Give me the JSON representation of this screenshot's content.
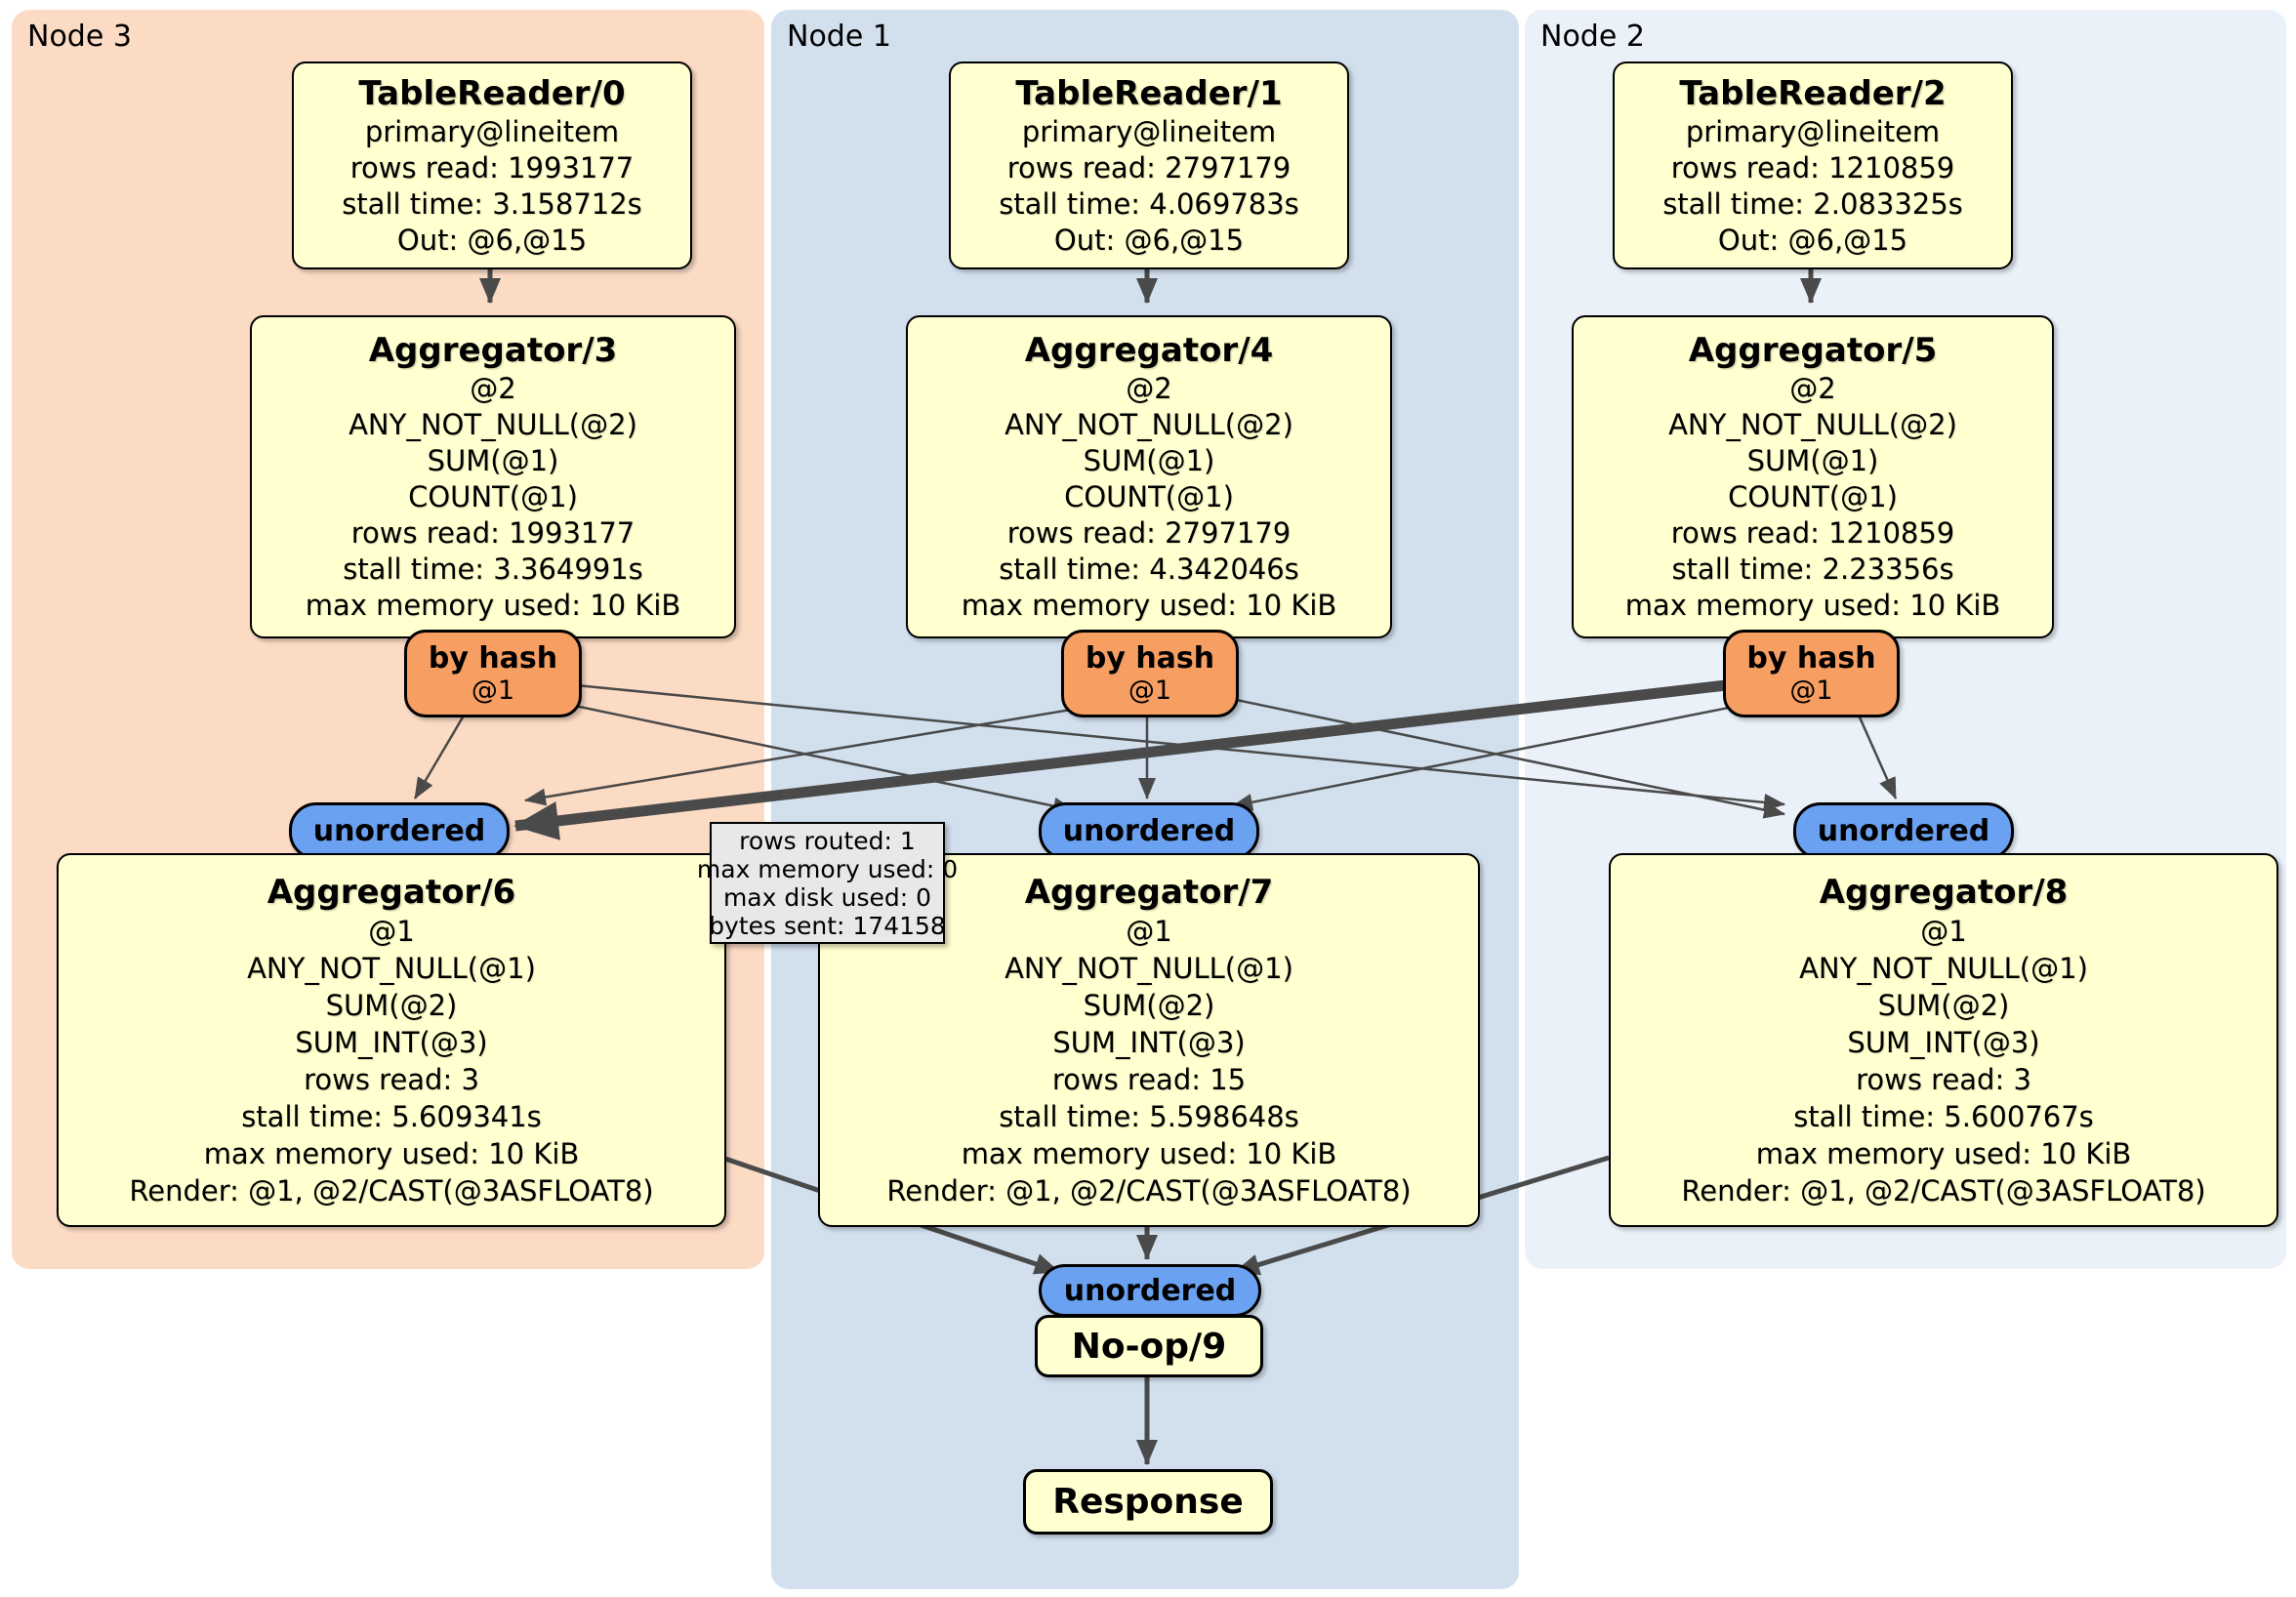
{
  "nodes": [
    {
      "label": "Node 3"
    },
    {
      "label": "Node 1"
    },
    {
      "label": "Node 2"
    }
  ],
  "readers": [
    {
      "title": "TableReader/0",
      "lines": [
        "primary@lineitem",
        "rows read: 1993177",
        "stall time: 3.158712s",
        "Out: @6,@15"
      ]
    },
    {
      "title": "TableReader/1",
      "lines": [
        "primary@lineitem",
        "rows read: 2797179",
        "stall time: 4.069783s",
        "Out: @6,@15"
      ]
    },
    {
      "title": "TableReader/2",
      "lines": [
        "primary@lineitem",
        "rows read: 1210859",
        "stall time: 2.083325s",
        "Out: @6,@15"
      ]
    }
  ],
  "hash_aggregators": [
    {
      "title": "Aggregator/3",
      "lines": [
        "@2",
        "ANY_NOT_NULL(@2)",
        "SUM(@1)",
        "COUNT(@1)",
        "rows read: 1993177",
        "stall time: 3.364991s",
        "max memory used: 10 KiB"
      ]
    },
    {
      "title": "Aggregator/4",
      "lines": [
        "@2",
        "ANY_NOT_NULL(@2)",
        "SUM(@1)",
        "COUNT(@1)",
        "rows read: 2797179",
        "stall time: 4.342046s",
        "max memory used: 10 KiB"
      ]
    },
    {
      "title": "Aggregator/5",
      "lines": [
        "@2",
        "ANY_NOT_NULL(@2)",
        "SUM(@1)",
        "COUNT(@1)",
        "rows read: 1210859",
        "stall time: 2.23356s",
        "max memory used: 10 KiB"
      ]
    }
  ],
  "routers": [
    {
      "label": "by hash",
      "detail": "@1"
    },
    {
      "label": "by hash",
      "detail": "@1"
    },
    {
      "label": "by hash",
      "detail": "@1"
    }
  ],
  "labels": {
    "unordered": "unordered"
  },
  "final_aggregators": [
    {
      "title": "Aggregator/6",
      "lines": [
        "@1",
        "ANY_NOT_NULL(@1)",
        "SUM(@2)",
        "SUM_INT(@3)",
        "rows read: 3",
        "stall time: 5.609341s",
        "max memory used: 10 KiB",
        "Render: @1, @2/CAST(@3ASFLOAT8)"
      ]
    },
    {
      "title": "Aggregator/7",
      "lines": [
        "@1",
        "ANY_NOT_NULL(@1)",
        "SUM(@2)",
        "SUM_INT(@3)",
        "rows read: 15",
        "stall time: 5.598648s",
        "max memory used: 10 KiB",
        "Render: @1, @2/CAST(@3ASFLOAT8)"
      ]
    },
    {
      "title": "Aggregator/8",
      "lines": [
        "@1",
        "ANY_NOT_NULL(@1)",
        "SUM(@2)",
        "SUM_INT(@3)",
        "rows read: 3",
        "stall time: 5.600767s",
        "max memory used: 10 KiB",
        "Render: @1, @2/CAST(@3ASFLOAT8)"
      ]
    }
  ],
  "edge_tooltip": {
    "lines": [
      "rows routed: 1",
      "max memory used: 0",
      "max disk used: 0",
      "bytes sent: 174158"
    ]
  },
  "noop": {
    "title": "No-op/9"
  },
  "response": {
    "title": "Response"
  },
  "colors": {
    "node3_bg": "#fcdbc5",
    "node1_bg": "#d2e0ee",
    "node2_bg": "#eaf1f9",
    "box_bg": "#ffffcf",
    "router_bg": "#f79e62",
    "sync_bg": "#6aa1f1",
    "tooltip_bg": "#e8e8e8",
    "edge": "#4a4a4a"
  }
}
